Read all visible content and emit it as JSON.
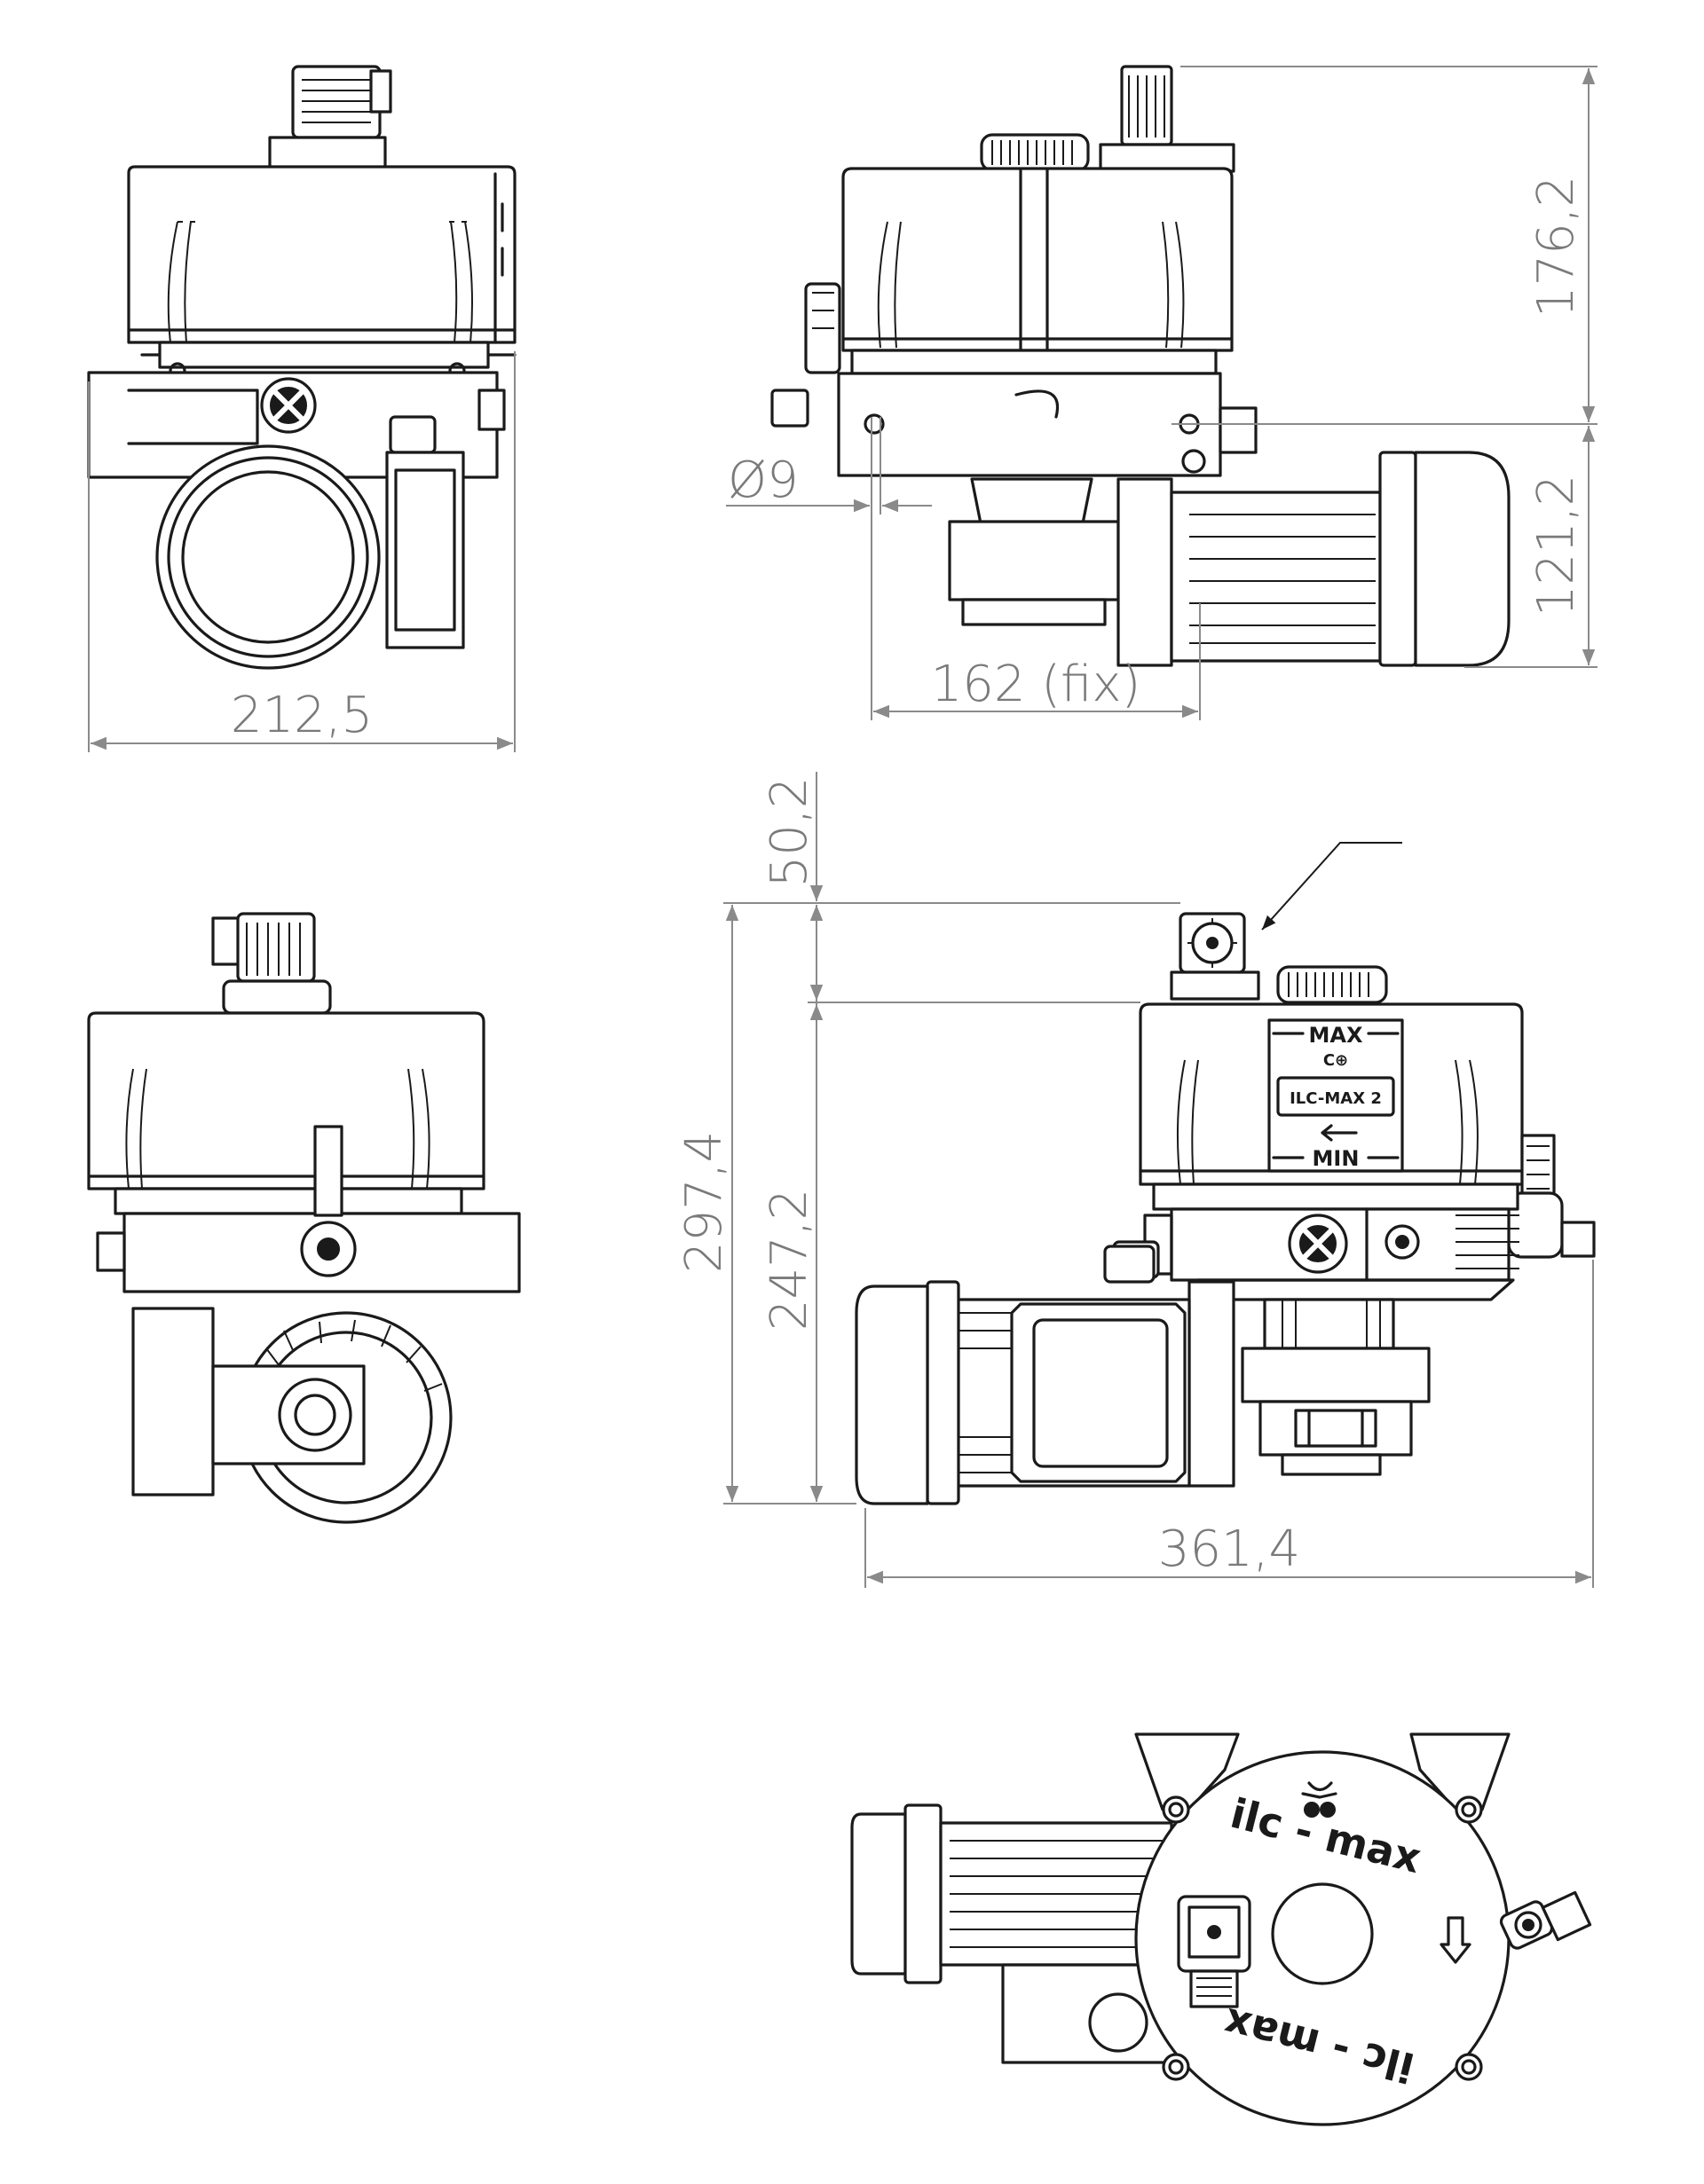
{
  "dimensions": {
    "width_front": "212,5",
    "height_upper": "176,2",
    "height_lower": "121,2",
    "hole_diameter": "Ø9",
    "fix_distance": "162 (fix)",
    "cap_height": "50,2",
    "total_height": "297,4",
    "body_height": "247,2",
    "total_length": "361,4"
  },
  "labels": {
    "max": "MAX",
    "min": "MIN",
    "model": "ILC-MAX 2",
    "brand_top": "ilc - max",
    "brand_bottom": "ilc - max"
  },
  "icons": {
    "gauge": "dotted-circle-indicator",
    "oil_arrow": "down-arrow-icon"
  }
}
